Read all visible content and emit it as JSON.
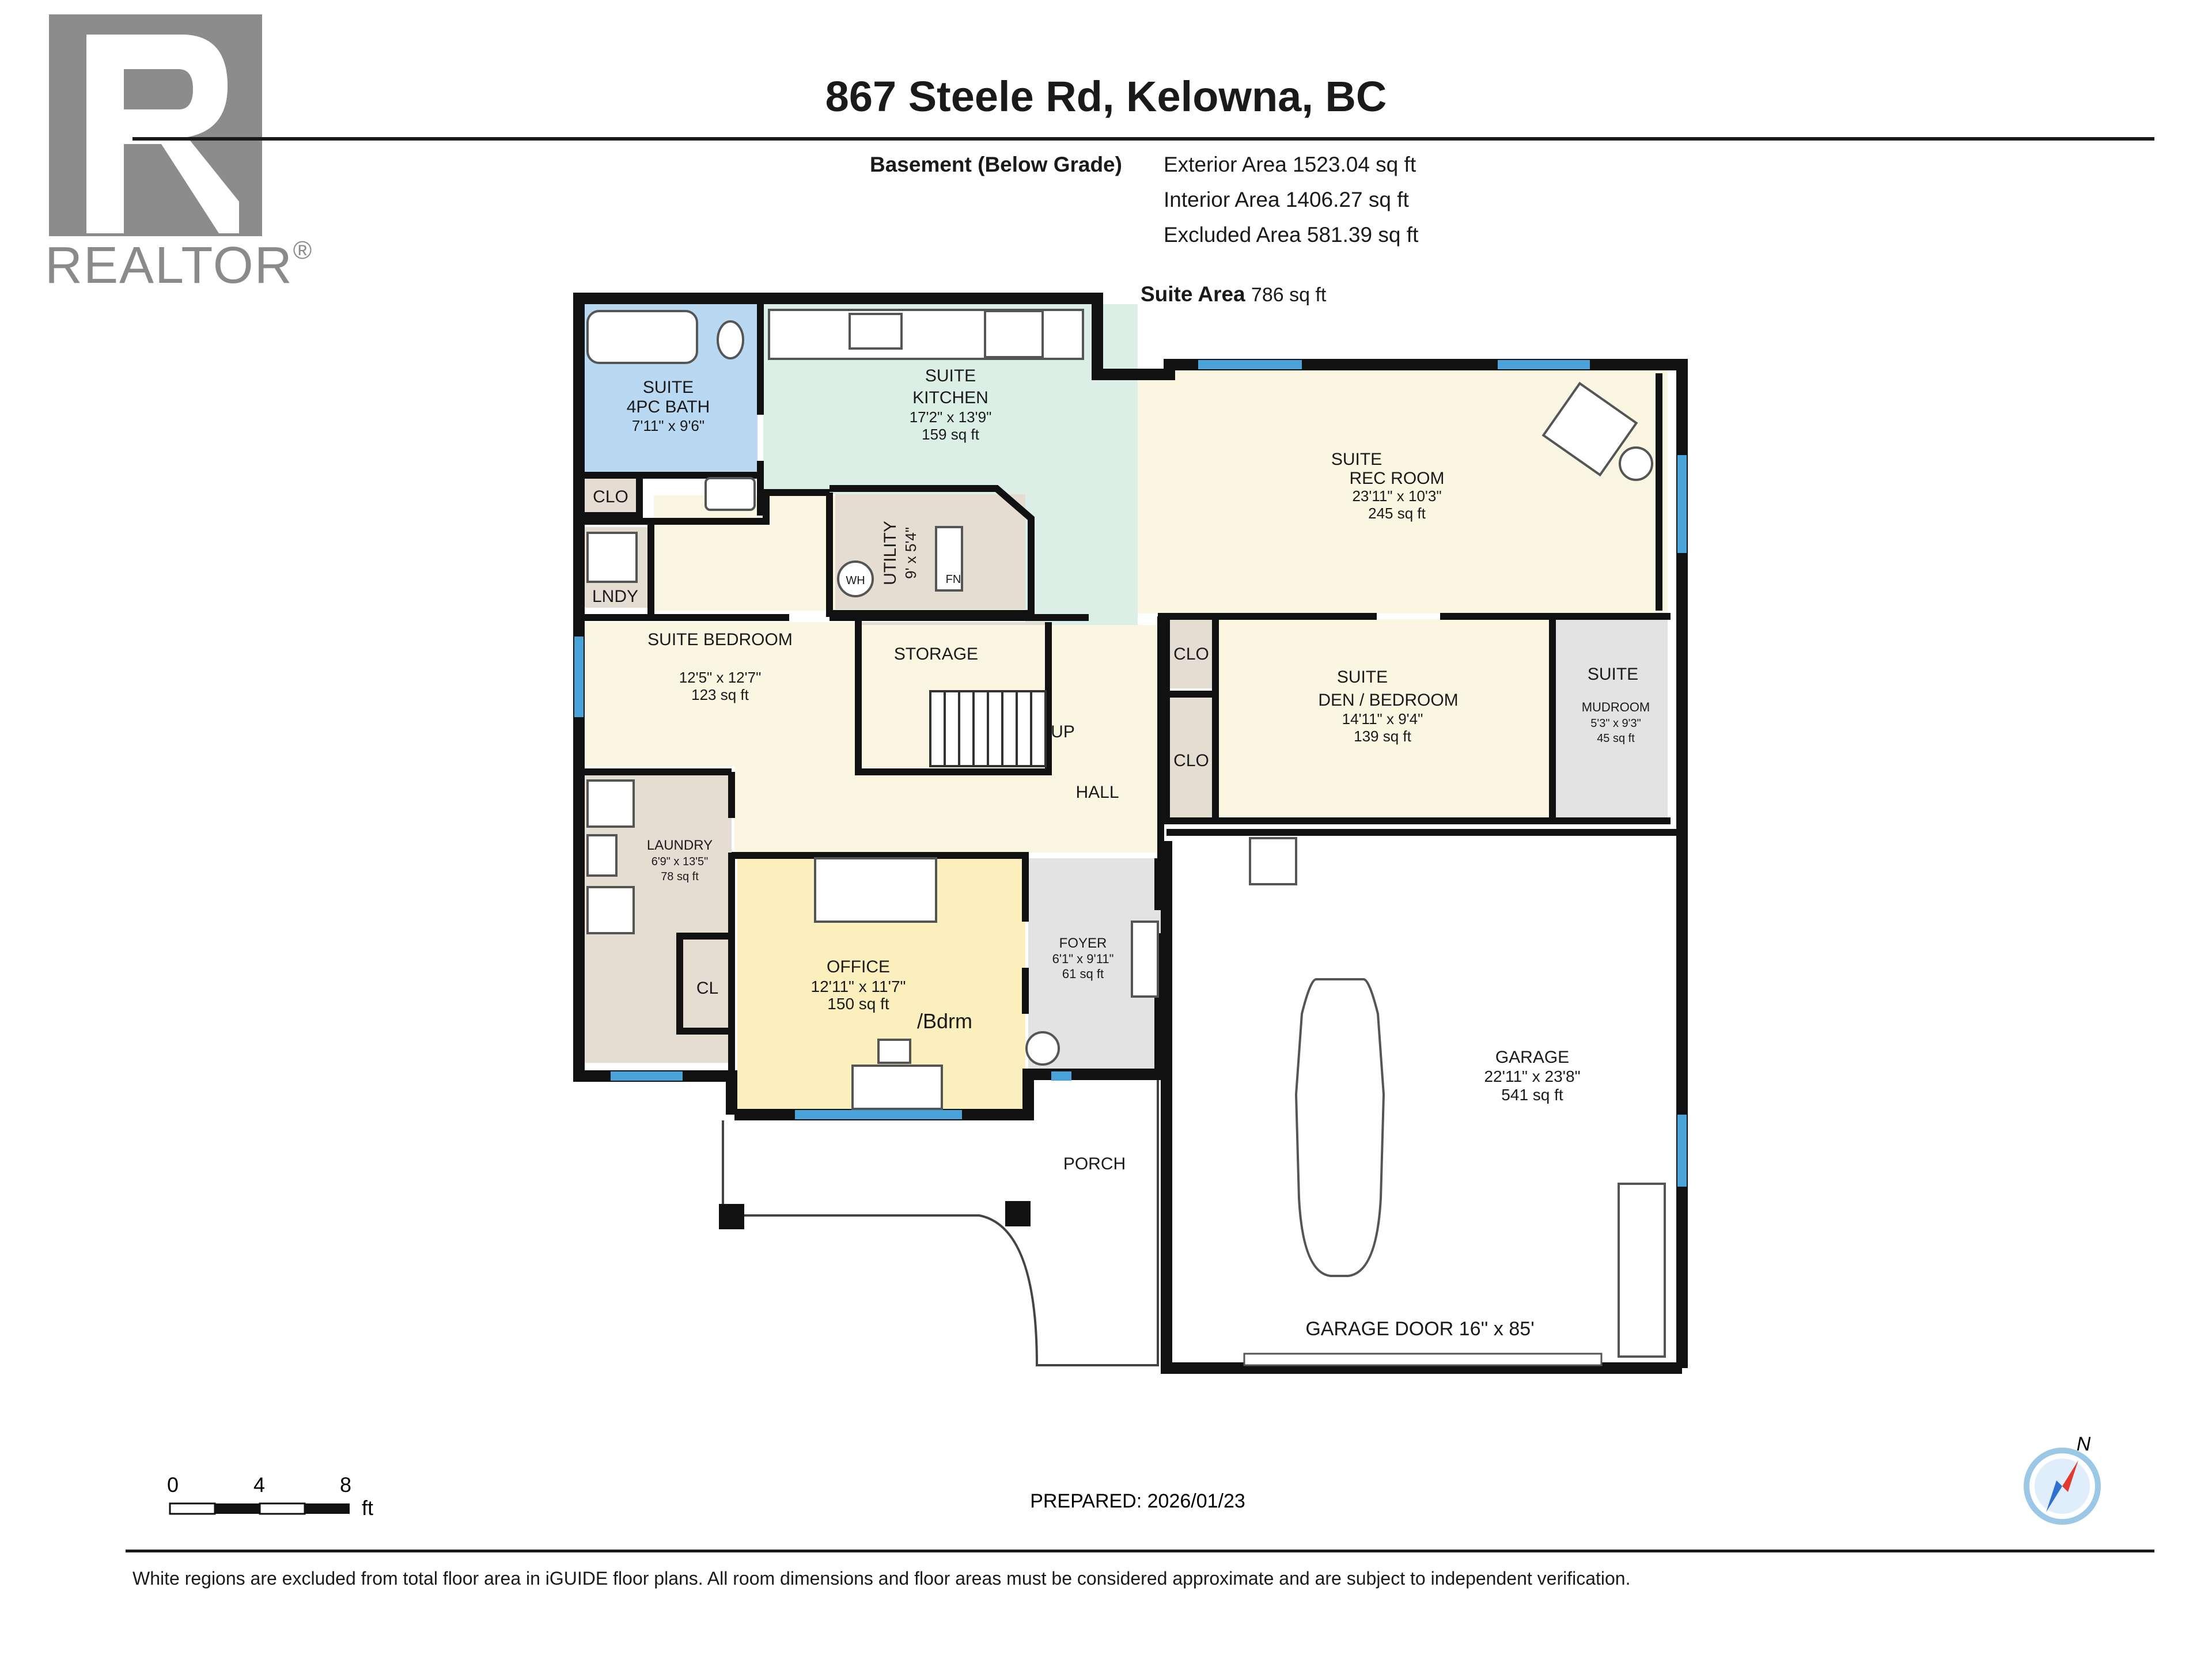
{
  "header": {
    "address": "867 Steele Rd, Kelowna, BC",
    "floor_label": "Basement (Below Grade)",
    "exterior_area": "Exterior Area 1523.04 sq ft",
    "interior_area": "Interior Area 1406.27 sq ft",
    "excluded_area": "Excluded Area 581.39 sq ft",
    "suite_area_label": "Suite Area",
    "suite_area_value": "786 sq ft"
  },
  "logo": {
    "brand": "REALTOR",
    "registered_mark": "®",
    "icon": "realtor-r-logo"
  },
  "rooms": {
    "bath": {
      "name1": "SUITE",
      "name2": "4PC BATH",
      "dims": "7'11\" x 9'6\""
    },
    "kitchen": {
      "name1": "SUITE",
      "name2": "KITCHEN",
      "dims": "17'2\" x 13'9\"",
      "area": "159 sq ft"
    },
    "rec": {
      "name1": "SUITE",
      "name2": "REC ROOM",
      "dims": "23'11\" x 10'3\"",
      "area": "245 sq ft"
    },
    "clo1": "CLO",
    "lndy": "LNDY",
    "utility": {
      "name": "UTILITY",
      "dims": "9' x 5'4\"",
      "wh": "WH",
      "fn": "FN"
    },
    "bedroom": {
      "name": "SUITE BEDROOM",
      "dims": "12'5\" x 12'7\"",
      "area": "123 sq ft"
    },
    "storage": "STORAGE",
    "up": "UP",
    "clo2": "CLO",
    "clo3": "CLO",
    "den": {
      "name1": "SUITE",
      "name2": "DEN / BEDROOM",
      "dims": "14'11\" x 9'4\"",
      "area": "139 sq ft"
    },
    "mudroom": {
      "name1": "SUITE",
      "name2": "MUDROOM",
      "dims": "5'3\" x 9'3\"",
      "area": "45 sq ft"
    },
    "hall": "HALL",
    "laundry": {
      "name": "LAUNDRY",
      "dims": "6'9\" x 13'5\"",
      "area": "78 sq ft"
    },
    "cl": "CL",
    "office": {
      "name": "OFFICE",
      "dims": "12'11\" x 11'7\"",
      "area": "150 sq ft",
      "alt": "/Bdrm"
    },
    "foyer": {
      "name": "FOYER",
      "dims": "6'1\" x 9'11\"",
      "area": "61 sq ft"
    },
    "garage": {
      "name": "GARAGE",
      "dims": "22'11\" x 23'8\"",
      "area": "541 sq ft",
      "door": "GARAGE DOOR 16'' x 85'"
    },
    "porch": "PORCH"
  },
  "scale": {
    "t0": "0",
    "t1": "4",
    "t2": "8",
    "unit": "ft"
  },
  "prepared": "PREPARED: 2026/01/23",
  "compass": {
    "north": "N",
    "icon": "compass-icon"
  },
  "disclaimer": "White regions are excluded from total floor area in iGUIDE floor plans. All room dimensions and floor areas must be considered approximate and are subject to independent verification.",
  "colors": {
    "bath": "#b9d9f2",
    "kitchen": "#dcefe6",
    "cream": "#fbf6e2",
    "tan": "#e6ddd2",
    "grey": "#e3e3e3",
    "office": "#fcefbe",
    "window": "#4aa3d8",
    "wall": "#111111"
  }
}
